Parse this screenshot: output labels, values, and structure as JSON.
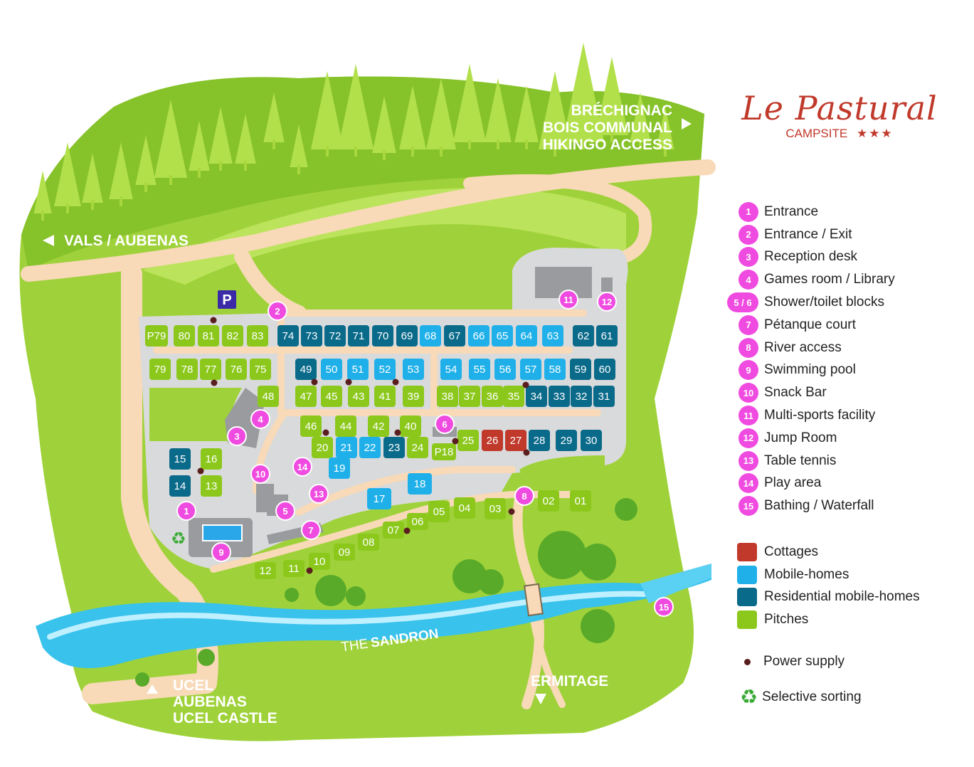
{
  "brand": {
    "name": "Le Pastural",
    "subtitle": "CAMPSITE",
    "stars": "★★★"
  },
  "map": {
    "top_road": [
      "BRÉCHIGNAC",
      "BOIS COMMUNAL",
      "HIKINGO ACCESS"
    ],
    "left_road": "VALS / AUBENAS",
    "bottom_left": [
      "UCEL",
      "AUBENAS",
      "UCEL CASTLE"
    ],
    "bottom_right": "ERMITAGE",
    "river_the": "THE",
    "river_name": "SANDRON",
    "parking": "P"
  },
  "colors": {
    "cottage": "#c0392b",
    "mobile": "#1fb0ea",
    "residential": "#0a6a8a",
    "pitch": "#8cc81c",
    "poi": "#f04be0",
    "grass": "#9fd23a",
    "road": "#f8d9b8",
    "water": "#38c2ec"
  },
  "plots": [
    {
      "n": "P79",
      "t": "pitch"
    },
    {
      "n": "80",
      "t": "pitch"
    },
    {
      "n": "81",
      "t": "pitch"
    },
    {
      "n": "82",
      "t": "pitch"
    },
    {
      "n": "83",
      "t": "pitch"
    },
    {
      "n": "74",
      "t": "residential"
    },
    {
      "n": "73",
      "t": "residential"
    },
    {
      "n": "72",
      "t": "residential"
    },
    {
      "n": "71",
      "t": "residential"
    },
    {
      "n": "70",
      "t": "residential"
    },
    {
      "n": "69",
      "t": "residential"
    },
    {
      "n": "68",
      "t": "mobile"
    },
    {
      "n": "67",
      "t": "residential"
    },
    {
      "n": "66",
      "t": "mobile"
    },
    {
      "n": "65",
      "t": "mobile"
    },
    {
      "n": "64",
      "t": "mobile"
    },
    {
      "n": "63",
      "t": "mobile"
    },
    {
      "n": "62",
      "t": "residential"
    },
    {
      "n": "61",
      "t": "residential"
    },
    {
      "n": "79",
      "t": "pitch"
    },
    {
      "n": "78",
      "t": "pitch"
    },
    {
      "n": "77",
      "t": "pitch"
    },
    {
      "n": "76",
      "t": "pitch"
    },
    {
      "n": "75",
      "t": "pitch"
    },
    {
      "n": "48",
      "t": "pitch"
    },
    {
      "n": "49",
      "t": "residential"
    },
    {
      "n": "50",
      "t": "mobile"
    },
    {
      "n": "51",
      "t": "mobile"
    },
    {
      "n": "52",
      "t": "mobile"
    },
    {
      "n": "53",
      "t": "mobile"
    },
    {
      "n": "47",
      "t": "pitch"
    },
    {
      "n": "45",
      "t": "pitch"
    },
    {
      "n": "43",
      "t": "pitch"
    },
    {
      "n": "41",
      "t": "pitch"
    },
    {
      "n": "39",
      "t": "pitch"
    },
    {
      "n": "54",
      "t": "mobile"
    },
    {
      "n": "55",
      "t": "mobile"
    },
    {
      "n": "56",
      "t": "mobile"
    },
    {
      "n": "57",
      "t": "mobile"
    },
    {
      "n": "58",
      "t": "mobile"
    },
    {
      "n": "59",
      "t": "residential"
    },
    {
      "n": "60",
      "t": "residential"
    },
    {
      "n": "38",
      "t": "pitch"
    },
    {
      "n": "37",
      "t": "pitch"
    },
    {
      "n": "36",
      "t": "pitch"
    },
    {
      "n": "35",
      "t": "pitch"
    },
    {
      "n": "34",
      "t": "residential"
    },
    {
      "n": "33",
      "t": "residential"
    },
    {
      "n": "32",
      "t": "residential"
    },
    {
      "n": "31",
      "t": "residential"
    },
    {
      "n": "46",
      "t": "pitch"
    },
    {
      "n": "44",
      "t": "pitch"
    },
    {
      "n": "42",
      "t": "pitch"
    },
    {
      "n": "40",
      "t": "pitch"
    },
    {
      "n": "20",
      "t": "pitch"
    },
    {
      "n": "21",
      "t": "mobile"
    },
    {
      "n": "22",
      "t": "mobile"
    },
    {
      "n": "23",
      "t": "residential"
    },
    {
      "n": "24",
      "t": "pitch"
    },
    {
      "n": "P18",
      "t": "pitch"
    },
    {
      "n": "25",
      "t": "pitch"
    },
    {
      "n": "26",
      "t": "cottage"
    },
    {
      "n": "27",
      "t": "cottage"
    },
    {
      "n": "28",
      "t": "residential"
    },
    {
      "n": "29",
      "t": "residential"
    },
    {
      "n": "30",
      "t": "residential"
    },
    {
      "n": "19",
      "t": "mobile"
    },
    {
      "n": "18",
      "t": "mobile"
    },
    {
      "n": "17",
      "t": "mobile"
    },
    {
      "n": "15",
      "t": "residential"
    },
    {
      "n": "16",
      "t": "pitch"
    },
    {
      "n": "14",
      "t": "residential"
    },
    {
      "n": "13",
      "t": "pitch"
    },
    {
      "n": "02",
      "t": "pitch"
    },
    {
      "n": "01",
      "t": "pitch"
    },
    {
      "n": "03",
      "t": "pitch"
    },
    {
      "n": "04",
      "t": "pitch"
    },
    {
      "n": "05",
      "t": "pitch"
    },
    {
      "n": "06",
      "t": "pitch"
    },
    {
      "n": "07",
      "t": "pitch"
    },
    {
      "n": "08",
      "t": "pitch"
    },
    {
      "n": "09",
      "t": "pitch"
    },
    {
      "n": "10",
      "t": "pitch"
    },
    {
      "n": "11",
      "t": "pitch"
    },
    {
      "n": "12",
      "t": "pitch"
    }
  ],
  "legend": [
    {
      "num": "1",
      "label": "Entrance"
    },
    {
      "num": "2",
      "label": "Entrance / Exit"
    },
    {
      "num": "3",
      "label": "Reception desk"
    },
    {
      "num": "4",
      "label": "Games room / Library"
    },
    {
      "num": "5 / 6",
      "label": "Shower/toilet blocks"
    },
    {
      "num": "7",
      "label": "Pétanque court"
    },
    {
      "num": "8",
      "label": "River access"
    },
    {
      "num": "9",
      "label": "Swimming pool"
    },
    {
      "num": "10",
      "label": "Snack Bar"
    },
    {
      "num": "11",
      "label": "Multi-sports facility"
    },
    {
      "num": "12",
      "label": "Jump Room"
    },
    {
      "num": "13",
      "label": "Table tennis"
    },
    {
      "num": "14",
      "label": "Play area"
    },
    {
      "num": "15",
      "label": "Bathing / Waterfall"
    }
  ],
  "types": [
    {
      "label": "Cottages",
      "color": "#c0392b"
    },
    {
      "label": "Mobile-homes",
      "color": "#1fb0ea"
    },
    {
      "label": "Residential mobile-homes",
      "color": "#0a6a8a"
    },
    {
      "label": "Pitches",
      "color": "#8cc81c"
    }
  ],
  "power_label": "Power supply",
  "sorting_label": "Selective sorting",
  "pois": [
    "1",
    "2",
    "3",
    "4",
    "5",
    "6",
    "7",
    "8",
    "9",
    "10",
    "11",
    "12",
    "13",
    "14",
    "15"
  ]
}
